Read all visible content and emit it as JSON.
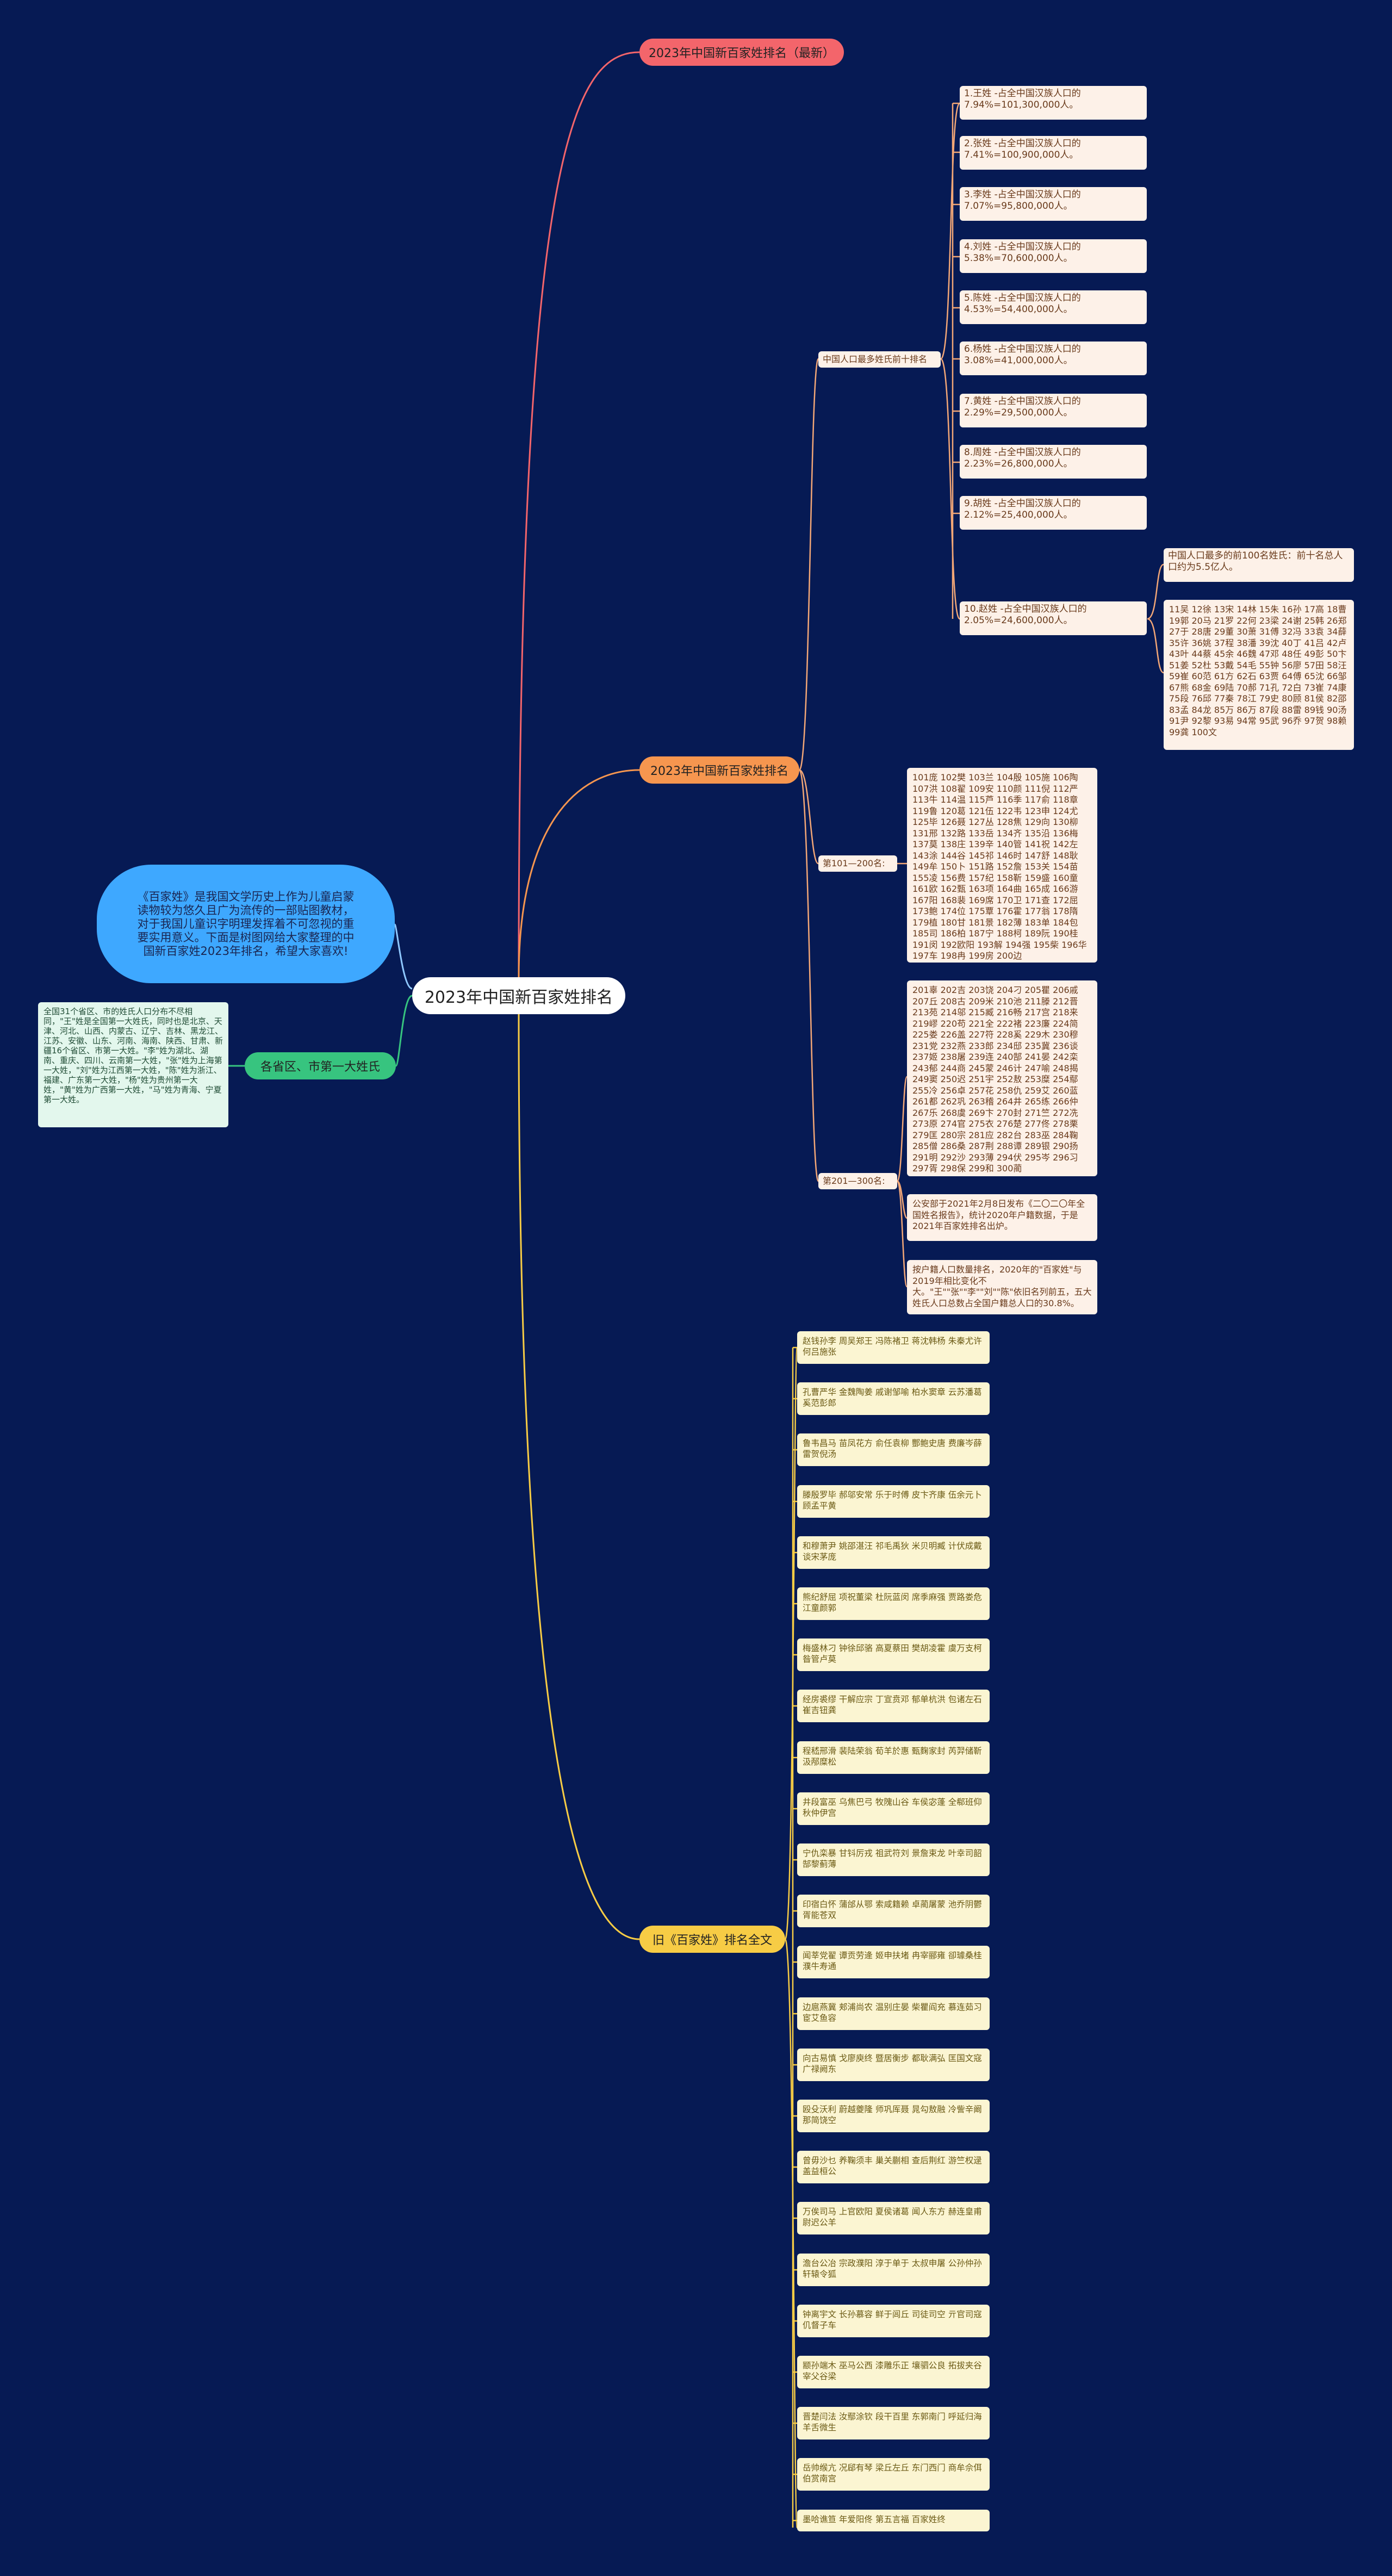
{
  "root": "2023年中国新百家姓排名",
  "intro": "《百家姓》是我国文学历史上作为儿童启蒙读物较为悠久且广为流传的一部贴图教材，对于我国儿童识字明理发挥着不可忽视的重要实用意义。下面是树图网给大家整理的中国新百家姓2023年排名，希望大家喜欢!",
  "branch1": {
    "label": "2023年中国新百家姓排名（最新）"
  },
  "branch2": {
    "label": "2023年中国新百家姓排名",
    "top10_label": "中国人口最多姓氏前十排名",
    "top10": [
      "1.王姓 -占全中国汉族人口的 7.94%=101,300,000人。",
      "2.张姓 -占全中国汉族人口的 7.41%=100,900,000人。",
      "3.李姓 -占全中国汉族人口的 7.07%=95,800,000人。",
      "4.刘姓 -占全中国汉族人口的 5.38%=70,600,000人。",
      "5.陈姓 -占全中国汉族人口的 4.53%=54,400,000人。",
      "6.杨姓 -占全中国汉族人口的 3.08%=41,000,000人。",
      "7.黄姓 -占全中国汉族人口的 2.29%=29,500,000人。",
      "8.周姓 -占全中国汉族人口的 2.23%=26,800,000人。",
      "9.胡姓 -占全中国汉族人口的 2.12%=25,400,000人。",
      "10.赵姓 -占全中国汉族人口的 2.05%=24,600,000人。"
    ],
    "top100_note": "中国人口最多的前100名姓氏：前十名总人口约为5.5亿人。",
    "top11_100": "11吴 12徐 13宋 14林 15朱 16孙 17高 18曹 19郭 20马 21罗 22何 23梁 24谢 25韩 26郑 27于 28唐 29董 30萧 31傅 32冯 33袁 34薛 35许 36姚 37程 38潘 39沈 40丁 41吕 42卢 43叶 44蔡 45余 46魏 47邓 48任 49彭 50卞 51姜 52杜 53戴 54毛 55钟 56廖 57田 58汪 59崔 60范 61方 62石 63贾 64傅 65沈 66邹 67熊 68金 69陆 70郝 71孔 72白 73崔 74康 75段 76邱 77秦 78江 79史 80顾 81侯 82邵 83孟 84龙 85万 86万 87段 88雷 89钱 90汤 91尹 92黎 93易 94常 95武 96乔 97贺 98赖 99龚 100文",
    "range101_label": "第101—200名:",
    "range101": "101庞 102樊 103兰 104殷 105施 106陶 107洪 108翟 109安 110颜 111倪 112严 113牛 114温 115芦 116季 117俞 118章 119鲁 120葛 121伍 122韦 123申 124尤 125毕 126聂 127丛 128焦 129向 130柳 131邢 132路 133岳 134齐 135沿 136梅 137莫 138庄 139辛 140管 141祝 142左 143涂 144谷 145祁 146时 147舒 148耿 149牟 150卜 151路 152詹 153关 154苗 155凌 156费 157纪 158靳 159盛 160童 161欧 162甄 163项 164曲 165成 166游 167阳 168裴 169席 170卫 171查 172屈 173鲍 174位 175覃 176霍 177翁 178隋 179植 180甘 181景 182薄 183单 184包 185司 186柏 187宁 188柯 189阮 190桂 191闵 192欧阳 193解 194强 195柴 196华 197车 198冉 199房 200边",
    "range201_label": "第201—300名:",
    "range201": "201辜 202吉 203饶 204刁 205瞿 206戚 207丘 208古 209米 210池 211滕 212晋 213苑 214邬 215臧 216畅 217宫 218来 219嵺 220苟 221全 222褚 223廉 224简 225娄 226盖 227符 228奚 229木 230穆 231党 232燕 233郎 234邸 235冀 236谈 237姬 238屠 239连 240郜 241晏 242栾 243郁 244商 245蒙 246计 247喻 248揭 249窦 250迟 251宇 252敖 253糜 254鄢 255冷 256卓 257花 258仇 259艾 260蓝 261都 262巩 263稽 264井 265练 266仲 267乐 268虞 269卞 270封 271竺 272冼 273原 274官 275衣 276楚 277佟 278栗 279匡 280宗 281应 282台 283巫 284鞠 285僧 286桑 287荆 288谭 289银 290扬 291明 292沙 293薄 294伏 295岑 296习 297胥 298保 299和 300蔺",
    "note2020": "公安部于2021年2月8日发布《二〇二〇年全国姓名报告》，统计2020年户籍数据，于是2021年百家姓排名出炉。",
    "note_household": "按户籍人口数量排名，2020年的\"百家姓\"与2019年相比变化不大。\"王\"\"张\"\"李\"\"刘\"\"陈\"依旧名列前五，五大姓氏人口总数占全国户籍总人口的30.8%。"
  },
  "branch3": {
    "label": "各省区、市第一大姓氏",
    "note": "全国31个省区、市的姓氏人口分布不尽相同，\"王\"姓是全国第一大姓氏，同时也是北京、天津、河北、山西、内蒙古、辽宁、吉林、黑龙江、江苏、安徽、山东、河南、海南、陕西、甘肃、新疆16个省区、市第一大姓。\"李\"姓为湖北、湖南、重庆、四川、云南第一大姓，\"张\"姓为上海第一大姓，\"刘\"姓为江西第一大姓，\"陈\"姓为浙江、福建、广东第一大姓，\"杨\"姓为贵州第一大姓，\"黄\"姓为广西第一大姓，\"马\"姓为青海、宁夏第一大姓。"
  },
  "branch4": {
    "label": "旧《百家姓》排名全文",
    "items": [
      "赵钱孙李 周吴郑王 冯陈褚卫 蒋沈韩杨 朱秦尤许 何吕施张",
      "孔曹严华 金魏陶姜 戚谢邹喻 柏水窦章 云苏潘葛 奚范彭郎",
      "鲁韦昌马 苗凤花方 俞任袁柳 酆鲍史唐 费廉岑薛 雷贺倪汤",
      "滕殷罗毕 郝邬安常 乐于时傅 皮卞齐康 伍余元卜 顾孟平黄",
      "和穆萧尹 姚邵湛汪 祁毛禹狄 米贝明臧 计伏成戴 谈宋茅庞",
      "熊纪舒屈 项祝董梁 杜阮蓝闵 席季麻强 贾路娄危 江童颜郭",
      "梅盛林刁 钟徐邱骆 高夏蔡田 樊胡凌霍 虞万支柯 昝管卢莫",
      "经房裘缪 干解应宗 丁宣贲邓 郁单杭洪 包诸左石 崔吉钮龚",
      "程嵇邢滑 裴陆荣翁 荀羊於惠 甄麴家封 芮羿储靳 汲邴糜松",
      "井段富巫 乌焦巴弓 牧隗山谷 车侯宓蓬 全郗班仰 秋仲伊宫",
      "宁仇栾暴 甘钭厉戎 祖武符刘 景詹束龙 叶幸司韶 郜黎蓟薄",
      "印宿白怀 蒲邰从鄂 索咸籍赖 卓蔺屠蒙 池乔阴鬱 胥能苍双",
      "闻莘党翟 谭贡劳逄 姬申扶堵 冉宰郦雍 卻璩桑桂 濮牛寿通",
      "边扈燕冀 郏浦尚农 温别庄晏 柴瞿阎充 慕连茹习 宦艾鱼容",
      "向古易慎 戈廖庾终 暨居衡步 都耿满弘 匡国文寇 广禄阙东",
      "殴殳沃利 蔚越夔隆 师巩厍聂 晁勾敖融 冷訾辛阚 那简饶空",
      "曾毋沙乜 养鞠须丰 巢关蒯相 查后荆红 游竺权逯 盖益桓公",
      "万俟司马 上官欧阳 夏侯诸葛 闻人东方 赫连皇甫 尉迟公羊",
      "澹台公冶 宗政濮阳 淳于单于 太叔申屠 公孙仲孙 轩辕令狐",
      "钟离宇文 长孙慕容 鲜于闾丘 司徒司空 亓官司寇 仉督子车",
      "颛孙端木 巫马公西 漆雕乐正 壤驷公良 拓拔夹谷 宰父谷梁",
      "晋楚闫法 汝鄢涂钦 段干百里 东郭南门 呼延归海 羊舌微生",
      "岳帅缑亢 况郈有琴 梁丘左丘 东门西门 商牟佘佴 伯赏南宫",
      "墨哈谯笪 年爱阳佟 第五言福 百家姓终"
    ]
  }
}
